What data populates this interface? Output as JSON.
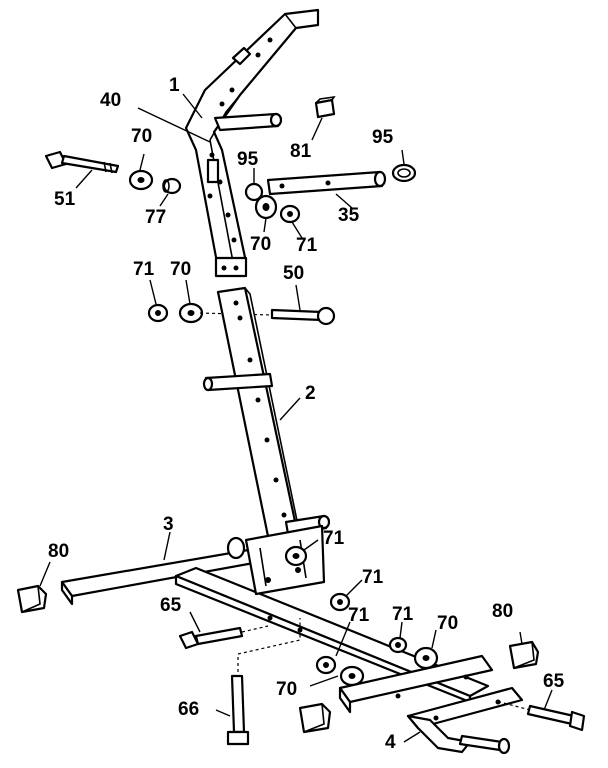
{
  "callouts": {
    "c1": "1",
    "c40": "40",
    "c70a": "70",
    "c51": "51",
    "c77": "77",
    "c81": "81",
    "c95a": "95",
    "c95b": "95",
    "c35": "35",
    "c70b": "70",
    "c71a": "71",
    "c71b": "71",
    "c70c": "70",
    "c50": "50",
    "c2": "2",
    "c3": "3",
    "c80a": "80",
    "c71c": "71",
    "c71d": "71",
    "c65a": "65",
    "c71e": "71",
    "c71f": "71",
    "c70d": "70",
    "c80b": "80",
    "c65b": "65",
    "c70e": "70",
    "c66": "66",
    "c4": "4"
  }
}
